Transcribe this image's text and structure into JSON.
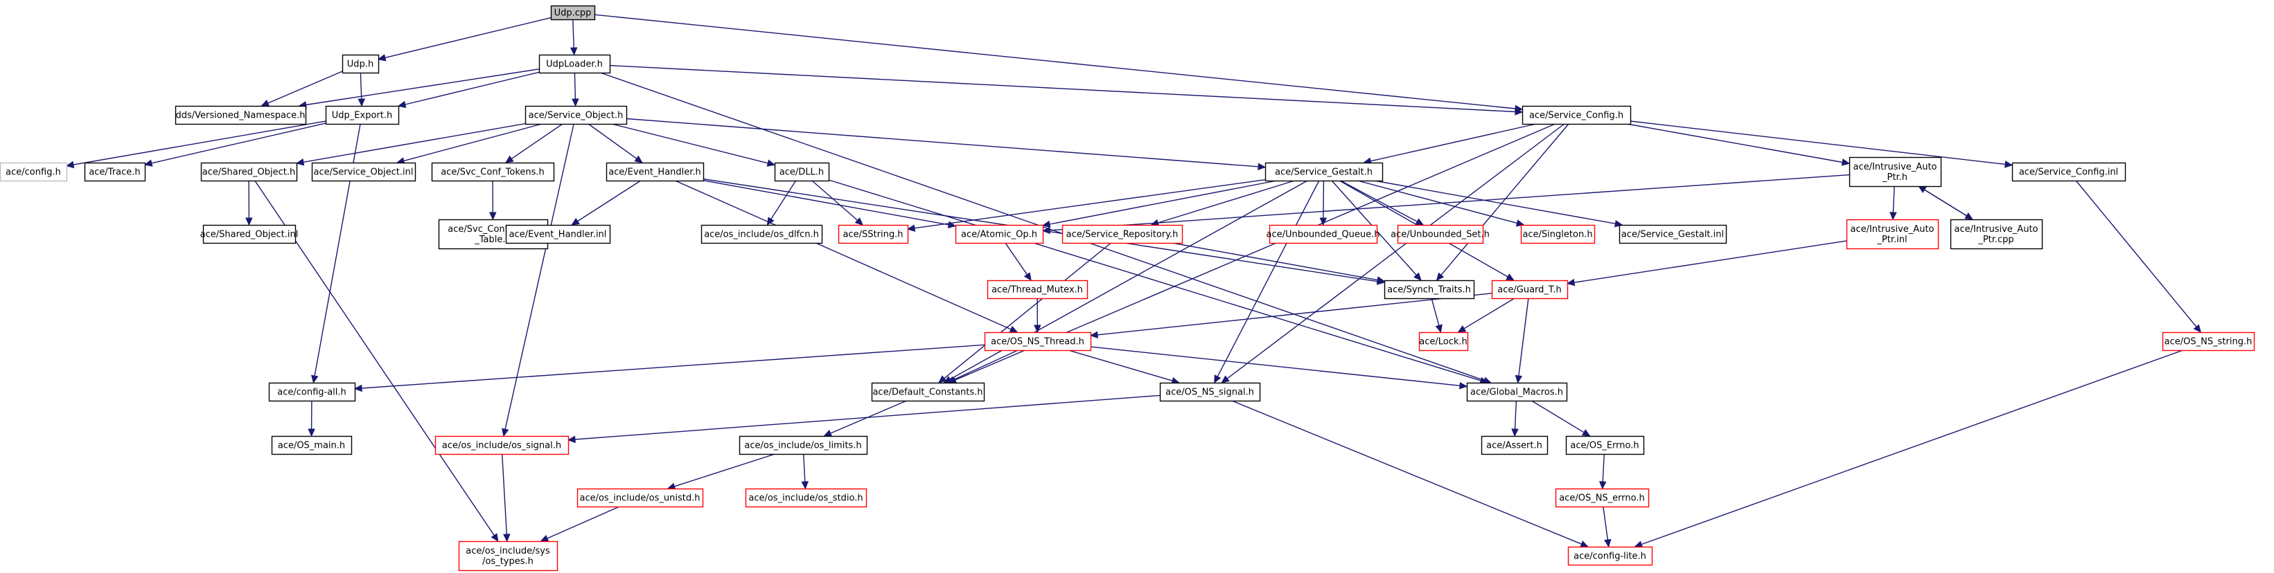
{
  "graph": {
    "title": "Udp.cpp",
    "colors": {
      "edge": "#191970",
      "node_border": "#000000",
      "node_link_missing": "#ff0000",
      "node_external": "#bfbfbf",
      "root_fill": "#bfbfbf"
    },
    "nodes": [
      {
        "id": "udp_cpp",
        "lines": [
          "Udp.cpp"
        ],
        "style": "root"
      },
      {
        "id": "udp_h",
        "lines": [
          "Udp.h"
        ],
        "style": "normal"
      },
      {
        "id": "udploader_h",
        "lines": [
          "UdpLoader.h"
        ],
        "style": "normal"
      },
      {
        "id": "versioned_ns",
        "lines": [
          "dds/Versioned_Namespace.h"
        ],
        "style": "normal"
      },
      {
        "id": "udp_export",
        "lines": [
          "Udp_Export.h"
        ],
        "style": "normal"
      },
      {
        "id": "service_object_h",
        "lines": [
          "ace/Service_Object.h"
        ],
        "style": "normal"
      },
      {
        "id": "service_config_h",
        "lines": [
          "ace/Service_Config.h"
        ],
        "style": "normal"
      },
      {
        "id": "config_h",
        "lines": [
          "ace/config.h"
        ],
        "style": "grey"
      },
      {
        "id": "trace_h",
        "lines": [
          "ace/Trace.h"
        ],
        "style": "normal"
      },
      {
        "id": "shared_object_h",
        "lines": [
          "ace/Shared_Object.h"
        ],
        "style": "normal"
      },
      {
        "id": "service_object_inl",
        "lines": [
          "ace/Service_Object.inl"
        ],
        "style": "normal"
      },
      {
        "id": "svc_conf_tokens",
        "lines": [
          "ace/Svc_Conf_Tokens.h"
        ],
        "style": "normal"
      },
      {
        "id": "event_handler_h",
        "lines": [
          "ace/Event_Handler.h"
        ],
        "style": "normal"
      },
      {
        "id": "dll_h",
        "lines": [
          "ace/DLL.h"
        ],
        "style": "normal"
      },
      {
        "id": "service_gestalt_h",
        "lines": [
          "ace/Service_Gestalt.h"
        ],
        "style": "normal"
      },
      {
        "id": "intrusive_auto_ptr_h",
        "lines": [
          "ace/Intrusive_Auto",
          "_Ptr.h"
        ],
        "style": "normal"
      },
      {
        "id": "service_config_inl",
        "lines": [
          "ace/Service_Config.inl"
        ],
        "style": "normal"
      },
      {
        "id": "shared_object_inl",
        "lines": [
          "ace/Shared_Object.inl"
        ],
        "style": "normal"
      },
      {
        "id": "svc_conf_token_table",
        "lines": [
          "ace/Svc_Conf_Token",
          "_Table.h"
        ],
        "style": "normal"
      },
      {
        "id": "event_handler_inl",
        "lines": [
          "ace/Event_Handler.inl"
        ],
        "style": "normal"
      },
      {
        "id": "os_dlfcn",
        "lines": [
          "ace/os_include/os_dlfcn.h"
        ],
        "style": "normal"
      },
      {
        "id": "sstring_h",
        "lines": [
          "ace/SString.h"
        ],
        "style": "red"
      },
      {
        "id": "atomic_op_h",
        "lines": [
          "ace/Atomic_Op.h"
        ],
        "style": "red"
      },
      {
        "id": "service_repository_h",
        "lines": [
          "ace/Service_Repository.h"
        ],
        "style": "red"
      },
      {
        "id": "unbounded_queue_h",
        "lines": [
          "ace/Unbounded_Queue.h"
        ],
        "style": "red"
      },
      {
        "id": "unbounded_set_h",
        "lines": [
          "ace/Unbounded_Set.h"
        ],
        "style": "red"
      },
      {
        "id": "singleton_h",
        "lines": [
          "ace/Singleton.h"
        ],
        "style": "red"
      },
      {
        "id": "service_gestalt_inl",
        "lines": [
          "ace/Service_Gestalt.inl"
        ],
        "style": "normal"
      },
      {
        "id": "intrusive_auto_ptr_inl",
        "lines": [
          "ace/Intrusive_Auto",
          "_Ptr.inl"
        ],
        "style": "red"
      },
      {
        "id": "intrusive_auto_ptr_cpp",
        "lines": [
          "ace/Intrusive_Auto",
          "_Ptr.cpp"
        ],
        "style": "normal"
      },
      {
        "id": "thread_mutex_h",
        "lines": [
          "ace/Thread_Mutex.h"
        ],
        "style": "red"
      },
      {
        "id": "synch_traits_h",
        "lines": [
          "ace/Synch_Traits.h"
        ],
        "style": "normal"
      },
      {
        "id": "guard_t_h",
        "lines": [
          "ace/Guard_T.h"
        ],
        "style": "red"
      },
      {
        "id": "lock_h",
        "lines": [
          "ace/Lock.h"
        ],
        "style": "red"
      },
      {
        "id": "os_ns_string_h",
        "lines": [
          "ace/OS_NS_string.h"
        ],
        "style": "red"
      },
      {
        "id": "os_ns_thread_h",
        "lines": [
          "ace/OS_NS_Thread.h"
        ],
        "style": "red"
      },
      {
        "id": "config_all_h",
        "lines": [
          "ace/config-all.h"
        ],
        "style": "normal"
      },
      {
        "id": "default_constants_h",
        "lines": [
          "ace/Default_Constants.h"
        ],
        "style": "normal"
      },
      {
        "id": "os_ns_signal_h",
        "lines": [
          "ace/OS_NS_signal.h"
        ],
        "style": "normal"
      },
      {
        "id": "global_macros_h",
        "lines": [
          "ace/Global_Macros.h"
        ],
        "style": "normal"
      },
      {
        "id": "os_main_h",
        "lines": [
          "ace/OS_main.h"
        ],
        "style": "normal"
      },
      {
        "id": "os_signal_h",
        "lines": [
          "ace/os_include/os_signal.h"
        ],
        "style": "red"
      },
      {
        "id": "os_limits_h",
        "lines": [
          "ace/os_include/os_limits.h"
        ],
        "style": "normal"
      },
      {
        "id": "assert_h",
        "lines": [
          "ace/Assert.h"
        ],
        "style": "normal"
      },
      {
        "id": "os_errno_h",
        "lines": [
          "ace/OS_Errno.h"
        ],
        "style": "normal"
      },
      {
        "id": "os_unistd_h",
        "lines": [
          "ace/os_include/os_unistd.h"
        ],
        "style": "red"
      },
      {
        "id": "os_stdio_h",
        "lines": [
          "ace/os_include/os_stdio.h"
        ],
        "style": "red"
      },
      {
        "id": "os_ns_errno_h",
        "lines": [
          "ace/OS_NS_errno.h"
        ],
        "style": "red"
      },
      {
        "id": "os_types_h",
        "lines": [
          "ace/os_include/sys",
          "/os_types.h"
        ],
        "style": "red"
      },
      {
        "id": "config_lite_h",
        "lines": [
          "ace/config-lite.h"
        ],
        "style": "red"
      }
    ],
    "edges": [
      [
        "udp_cpp",
        "udp_h"
      ],
      [
        "udp_cpp",
        "udploader_h"
      ],
      [
        "udp_cpp",
        "service_config_h"
      ],
      [
        "udp_h",
        "versioned_ns"
      ],
      [
        "udp_h",
        "udp_export"
      ],
      [
        "udploader_h",
        "versioned_ns"
      ],
      [
        "udploader_h",
        "udp_export"
      ],
      [
        "udploader_h",
        "service_object_h"
      ],
      [
        "udploader_h",
        "service_config_h"
      ],
      [
        "udploader_h",
        "global_macros_h"
      ],
      [
        "udp_export",
        "config_h"
      ],
      [
        "udp_export",
        "trace_h"
      ],
      [
        "udp_export",
        "config_all_h"
      ],
      [
        "service_object_h",
        "shared_object_h"
      ],
      [
        "service_object_h",
        "service_object_inl"
      ],
      [
        "service_object_h",
        "svc_conf_tokens"
      ],
      [
        "service_object_h",
        "event_handler_h"
      ],
      [
        "service_object_h",
        "dll_h"
      ],
      [
        "service_object_h",
        "service_gestalt_h"
      ],
      [
        "service_object_h",
        "os_signal_h"
      ],
      [
        "service_config_h",
        "default_constants_h"
      ],
      [
        "service_config_h",
        "service_gestalt_h"
      ],
      [
        "service_config_h",
        "intrusive_auto_ptr_h"
      ],
      [
        "service_config_h",
        "service_config_inl"
      ],
      [
        "service_config_h",
        "synch_traits_h"
      ],
      [
        "service_config_h",
        "os_ns_signal_h"
      ],
      [
        "shared_object_h",
        "shared_object_inl"
      ],
      [
        "shared_object_h",
        "os_types_h"
      ],
      [
        "svc_conf_tokens",
        "svc_conf_token_table"
      ],
      [
        "event_handler_h",
        "event_handler_inl"
      ],
      [
        "event_handler_h",
        "atomic_op_h"
      ],
      [
        "event_handler_h",
        "synch_traits_h"
      ],
      [
        "event_handler_h",
        "os_ns_thread_h"
      ],
      [
        "dll_h",
        "os_dlfcn"
      ],
      [
        "dll_h",
        "sstring_h"
      ],
      [
        "dll_h",
        "global_macros_h"
      ],
      [
        "service_gestalt_h",
        "sstring_h"
      ],
      [
        "service_gestalt_h",
        "atomic_op_h"
      ],
      [
        "service_gestalt_h",
        "service_repository_h"
      ],
      [
        "service_gestalt_h",
        "unbounded_queue_h"
      ],
      [
        "service_gestalt_h",
        "unbounded_set_h"
      ],
      [
        "service_gestalt_h",
        "singleton_h"
      ],
      [
        "service_gestalt_h",
        "service_gestalt_inl"
      ],
      [
        "service_gestalt_h",
        "default_constants_h"
      ],
      [
        "service_gestalt_h",
        "os_ns_signal_h"
      ],
      [
        "service_gestalt_h",
        "synch_traits_h"
      ],
      [
        "service_gestalt_h",
        "guard_t_h"
      ],
      [
        "intrusive_auto_ptr_h",
        "atomic_op_h"
      ],
      [
        "intrusive_auto_ptr_h",
        "intrusive_auto_ptr_inl"
      ],
      [
        "intrusive_auto_ptr_h",
        "intrusive_auto_ptr_cpp"
      ],
      [
        "intrusive_auto_ptr_cpp",
        "intrusive_auto_ptr_h"
      ],
      [
        "intrusive_auto_ptr_inl",
        "guard_t_h"
      ],
      [
        "service_config_inl",
        "os_ns_string_h"
      ],
      [
        "atomic_op_h",
        "thread_mutex_h"
      ],
      [
        "thread_mutex_h",
        "os_ns_thread_h"
      ],
      [
        "service_repository_h",
        "default_constants_h"
      ],
      [
        "service_repository_h",
        "synch_traits_h"
      ],
      [
        "synch_traits_h",
        "lock_h"
      ],
      [
        "guard_t_h",
        "lock_h"
      ],
      [
        "guard_t_h",
        "global_macros_h"
      ],
      [
        "guard_t_h",
        "os_ns_thread_h"
      ],
      [
        "os_ns_string_h",
        "config_lite_h"
      ],
      [
        "os_ns_thread_h",
        "config_all_h"
      ],
      [
        "os_ns_thread_h",
        "default_constants_h"
      ],
      [
        "os_ns_thread_h",
        "os_ns_signal_h"
      ],
      [
        "os_ns_thread_h",
        "global_macros_h"
      ],
      [
        "config_all_h",
        "os_main_h"
      ],
      [
        "default_constants_h",
        "os_limits_h"
      ],
      [
        "os_ns_signal_h",
        "os_signal_h"
      ],
      [
        "os_ns_signal_h",
        "config_lite_h"
      ],
      [
        "global_macros_h",
        "assert_h"
      ],
      [
        "global_macros_h",
        "os_errno_h"
      ],
      [
        "os_signal_h",
        "os_types_h"
      ],
      [
        "os_limits_h",
        "os_unistd_h"
      ],
      [
        "os_limits_h",
        "os_stdio_h"
      ],
      [
        "os_errno_h",
        "os_ns_errno_h"
      ],
      [
        "os_ns_errno_h",
        "config_lite_h"
      ],
      [
        "os_unistd_h",
        "os_types_h"
      ]
    ]
  }
}
